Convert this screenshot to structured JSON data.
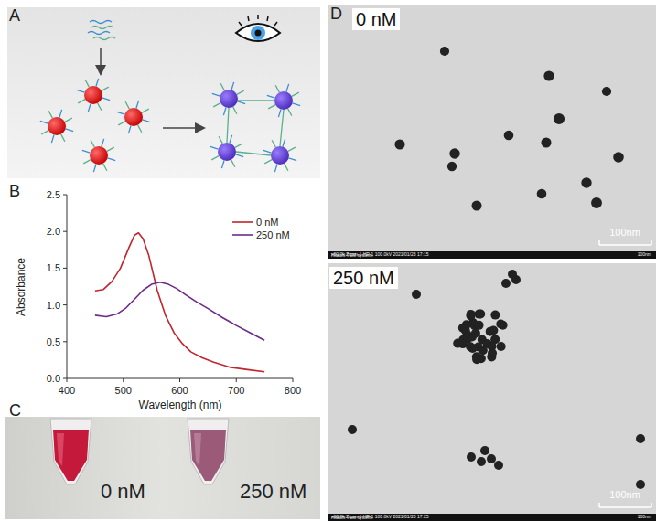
{
  "diagram": {
    "labels": [
      "A",
      "B",
      "C",
      "D",
      "0.0",
      "0.5",
      "1.0",
      "1.5",
      "2.0",
      "2.5",
      "400",
      "500",
      "600",
      "700",
      "800",
      "Absorbance",
      "Wavelength (nm)",
      "0 nM",
      "250 nM",
      "0 nM",
      "250 nM",
      "100nm",
      "100nm",
      "x60.0k Zoom-1 HR-1 100.0kV 2021/01/23 17:15",
      "Hitachi TEM system.",
      "100nm",
      "x60.0k Zoom-1 HR-1 100.0kV 2021/01/23 17:25",
      "Hitachi TEM system.",
      "100nm"
    ],
    "legend": [
      {
        "text": "0 nM"
      },
      {
        "text": "250 nM"
      }
    ]
  }
}
